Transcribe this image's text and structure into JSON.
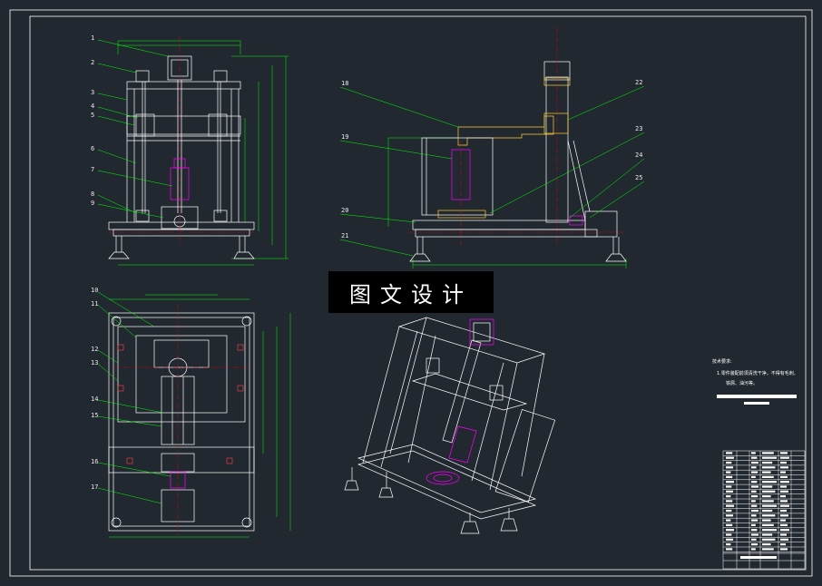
{
  "watermark": "图文设计",
  "colors": {
    "background": "#212830",
    "frame": "#ffffff",
    "leader": "#00ff00",
    "dimension": "#00ff00",
    "centerline": "#ff0000",
    "motor": "#ff00ff",
    "arm": "#ffcc33",
    "part": "#ffffff"
  },
  "views": {
    "front_labels": [
      "1",
      "2",
      "3",
      "4",
      "5",
      "6",
      "7",
      "8",
      "9"
    ],
    "side_labels": [
      "18",
      "19",
      "20",
      "21",
      "22",
      "23",
      "24",
      "25"
    ],
    "top_labels": [
      "10",
      "11",
      "12",
      "13",
      "14",
      "15",
      "16",
      "17"
    ]
  },
  "tech_notes": {
    "heading": "技术要求:",
    "line1": "1.零件装配前须清洗干净，不得有毛刺、",
    "line2": "铁屑、油污等。"
  }
}
